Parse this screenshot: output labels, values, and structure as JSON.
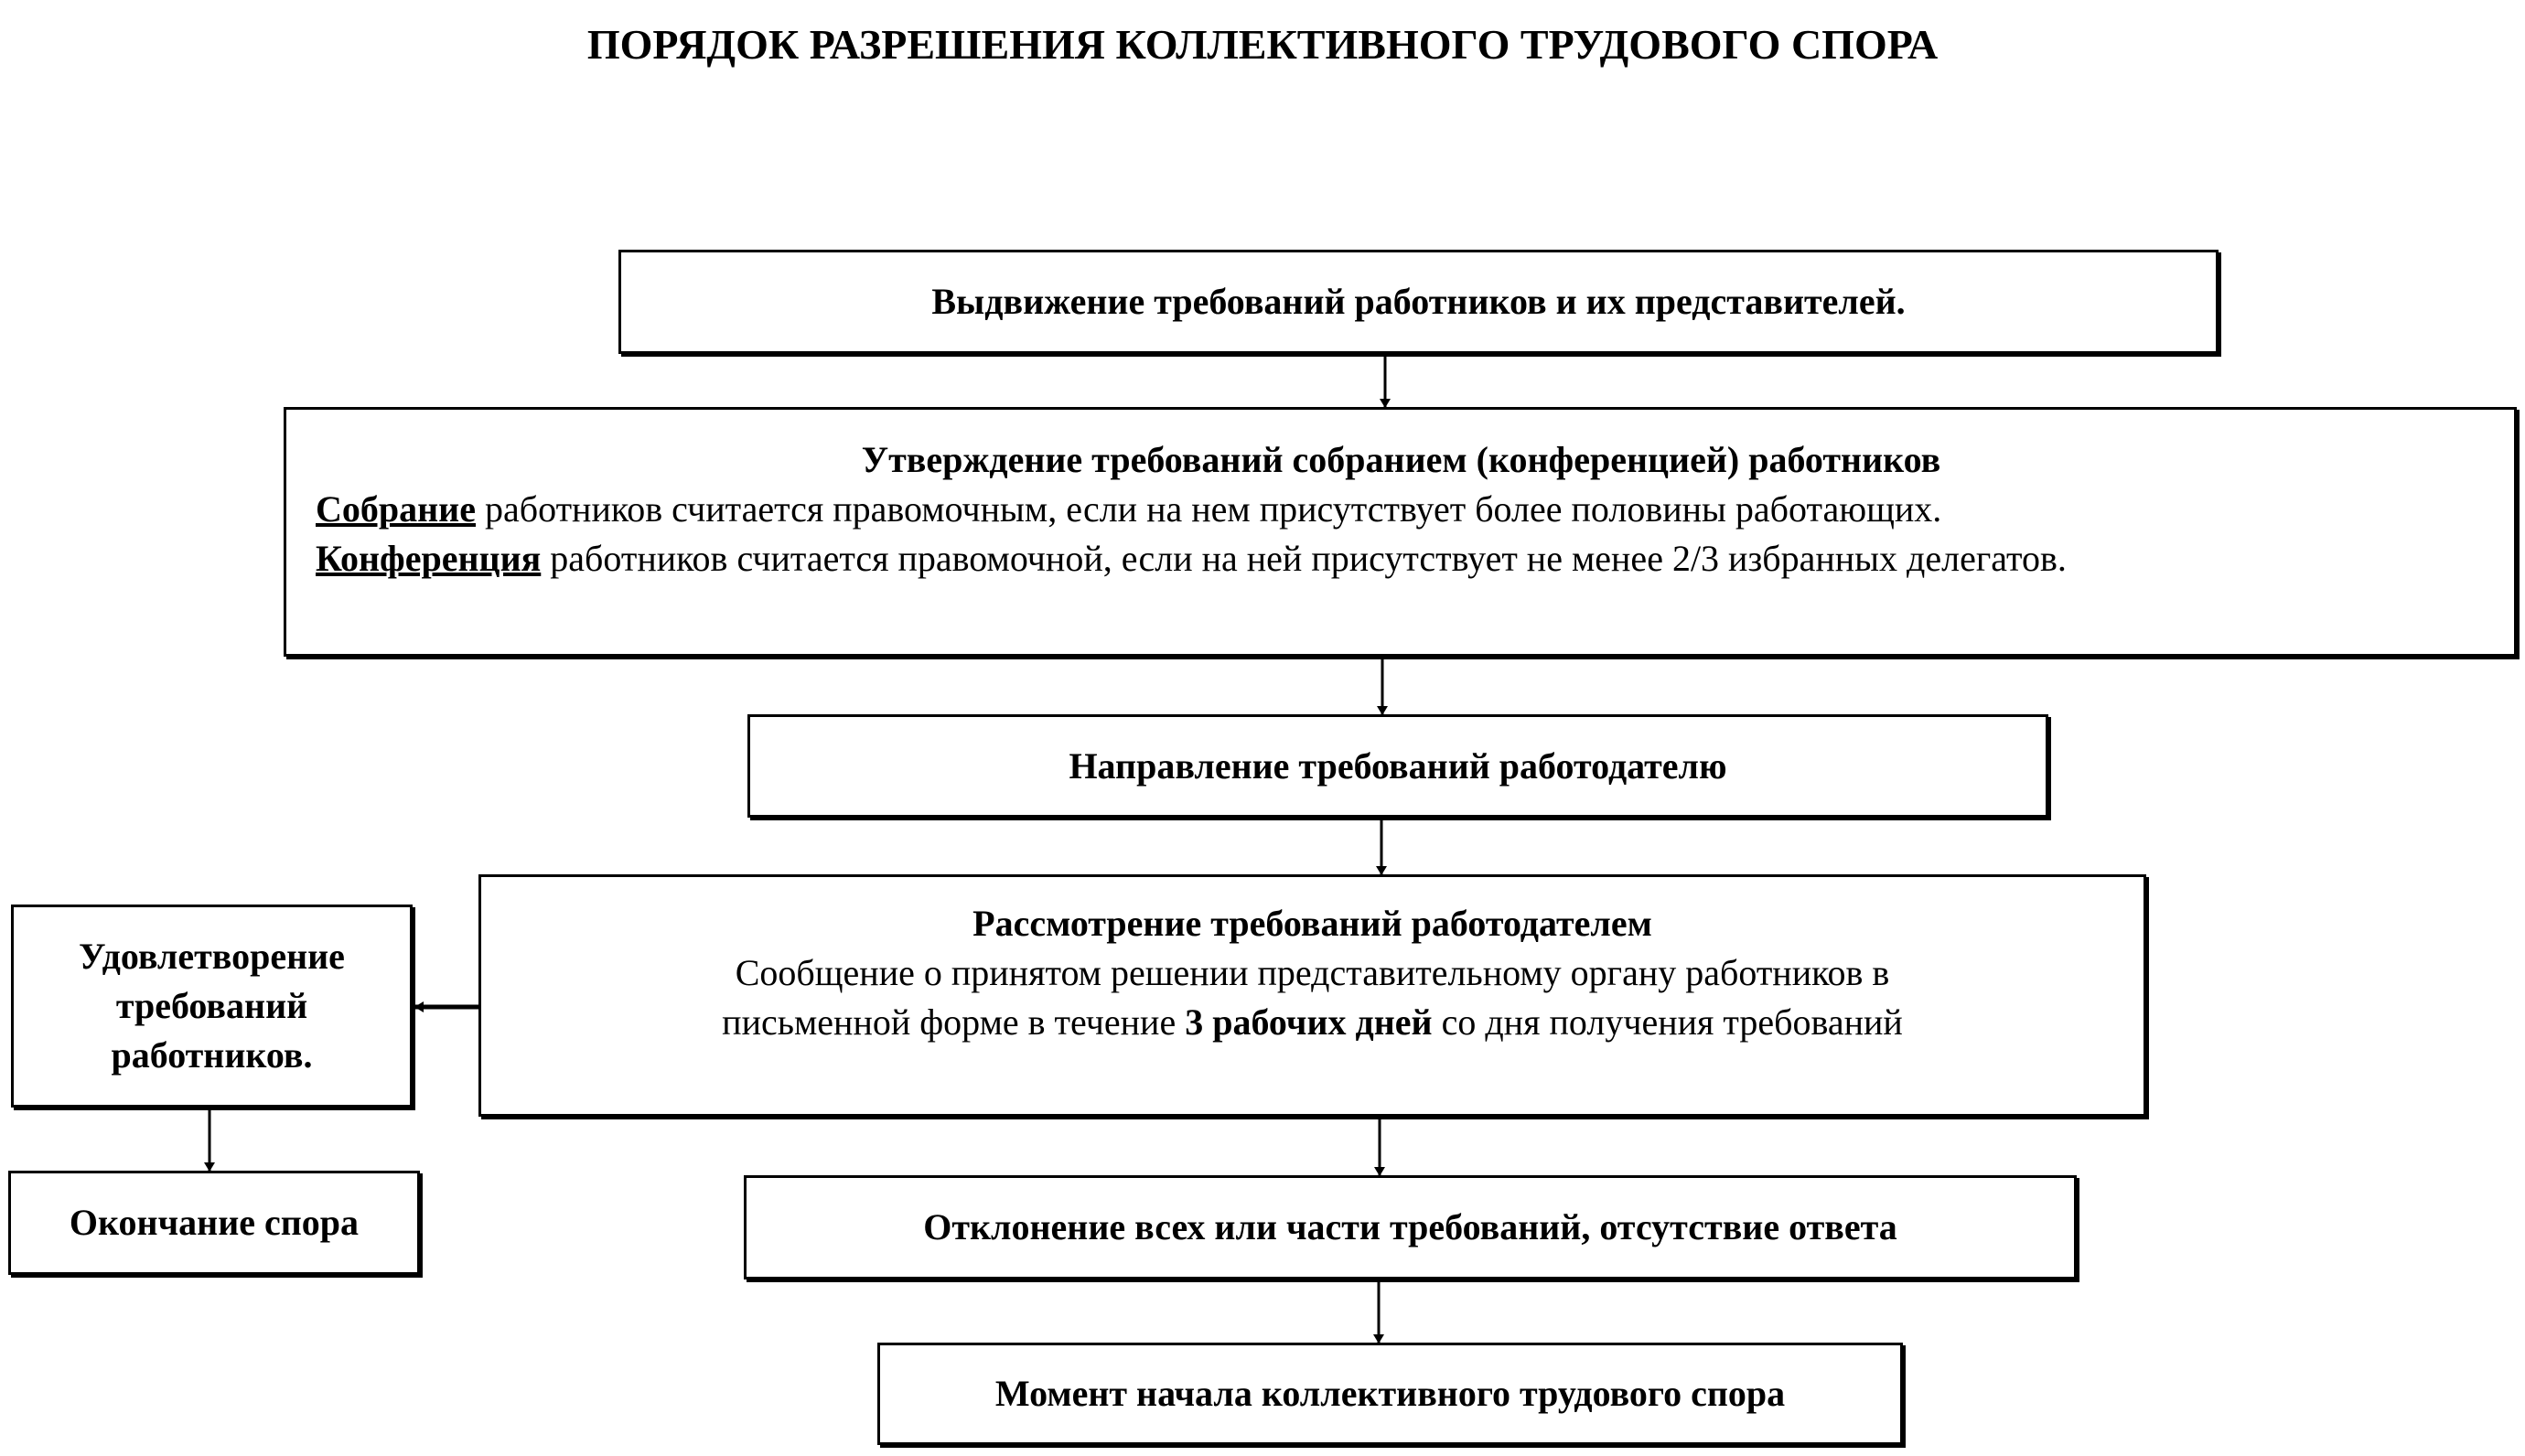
{
  "title": "ПОРЯДОК РАЗРЕШЕНИЯ КОЛЛЕКТИВНОГО ТРУДОВОГО СПОРА",
  "steps": {
    "demands": "Выдвижение требований работников и их представителей.",
    "approval": {
      "heading": "Утверждение требований собранием (конференцией) работников",
      "meeting_term": "Собрание",
      "meeting_text": " работников считается правомочным, если на нем присутствует более половины работающих.",
      "conference_term": "Конференция",
      "conference_text": " работников считается правомочной, если на ней присутствует не менее 2/3 избранных делегатов."
    },
    "send": "Направление требований работодателю",
    "review": {
      "heading": "Рассмотрение требований работодателем",
      "line1": "Сообщение о принятом решении представительному органу работников в",
      "line2_pre": "письменной форме в течение ",
      "line2_bold": "3 рабочих дней",
      "line2_post": " со дня получения требований"
    },
    "satisfied": "Удовлетворение требований работников.",
    "end": "Окончание спора",
    "rejected": "Отклонение всех или части требований, отсутствие ответа",
    "start": "Момент начала коллективного трудового спора"
  }
}
